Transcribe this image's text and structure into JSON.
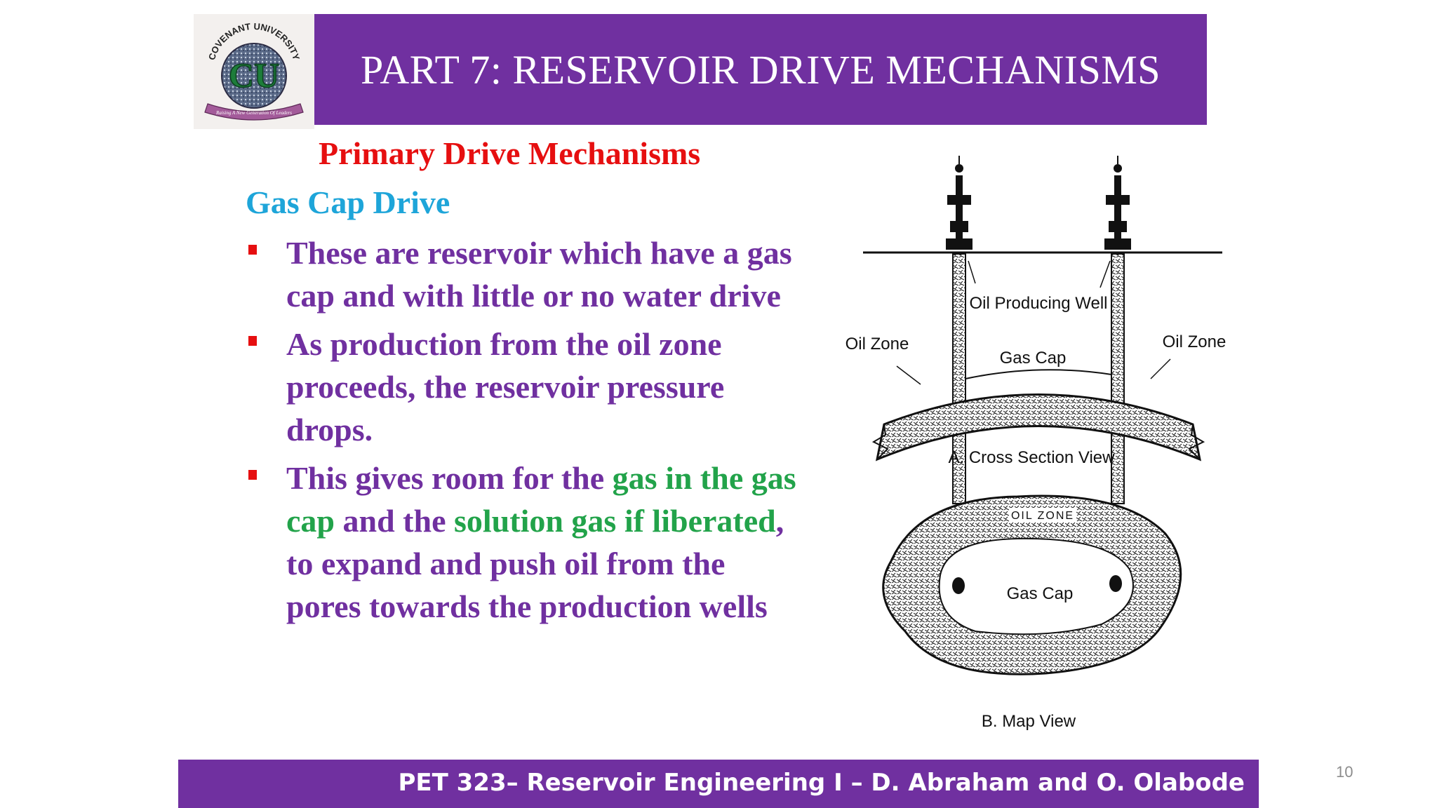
{
  "slide": {
    "title": "PART 7: RESERVOIR DRIVE MECHANISMS",
    "subtitle": "Primary Drive Mechanisms",
    "section_heading": "Gas Cap Drive",
    "page_number": "10",
    "footer": "PET 323– Reservoir Engineering I – D. Abraham and  O. Olabode"
  },
  "bullets": [
    {
      "text": "These are reservoir which have a gas cap and with little or no water drive"
    },
    {
      "text": "As production from the oil zone proceeds, the reservoir pressure drops."
    },
    {
      "parts": [
        "This gives room for the ",
        "gas in the gas cap",
        " and the ",
        "solution gas if liberated",
        ", to expand and push oil from the pores towards the production wells"
      ]
    }
  ],
  "logo": {
    "ring_text": "COVENANT UNIVERSITY",
    "monogram": "CU",
    "banner": "Raising A New Generation Of Leaders"
  },
  "figure": {
    "well_label": "Oil Producing Well",
    "left_zone_label": "Oil Zone",
    "right_zone_label": "Oil Zone",
    "gas_cap_label": "Gas Cap",
    "cross_section_caption": "A. Cross Section  View",
    "map_oil_zone_label": "OIL ZONE",
    "map_gas_cap_label": "Gas Cap",
    "map_caption": "B. Map View"
  },
  "colors": {
    "title_bar": "#7030a0",
    "subtitle": "#e60f10",
    "heading": "#1ea5d9",
    "body_text": "#7030a0",
    "highlight": "#22a34a",
    "bullet": "#e60f10"
  }
}
